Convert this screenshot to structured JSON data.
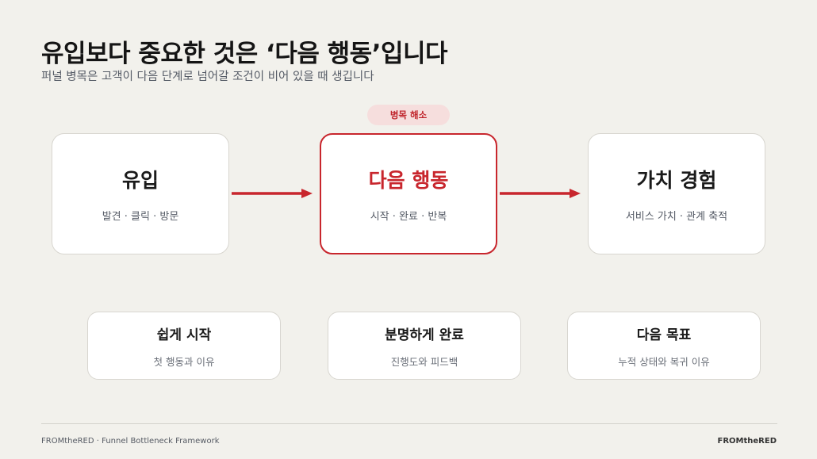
{
  "header": {
    "title": "유입보다 중요한 것은 ‘다음 행동’입니다",
    "subtitle": "퍼널 병목은 고객이 다음 단계로 넘어갈 조건이 비어 있을 때 생깁니다"
  },
  "badge": "병목 해소",
  "stages": [
    {
      "title": "유입",
      "detail": "발견 · 클릭 · 방문"
    },
    {
      "title": "다음 행동",
      "detail": "시작 · 완료 · 반복"
    },
    {
      "title": "가치 경험",
      "detail": "서비스 가치 · 관계 축적"
    }
  ],
  "principles": [
    {
      "title": "쉽게 시작",
      "detail": "첫 행동과 이유"
    },
    {
      "title": "분명하게 완료",
      "detail": "진행도와 피드백"
    },
    {
      "title": "다음 목표",
      "detail": "누적 상태와 복귀 이유"
    }
  ],
  "footer": {
    "left": "FROMtheRED · Funnel Bottleneck Framework",
    "right": "FROMtheRED"
  },
  "colors": {
    "accent": "#c8262d",
    "badge_bg": "#f6dedd",
    "background": "#f2f1ec"
  }
}
